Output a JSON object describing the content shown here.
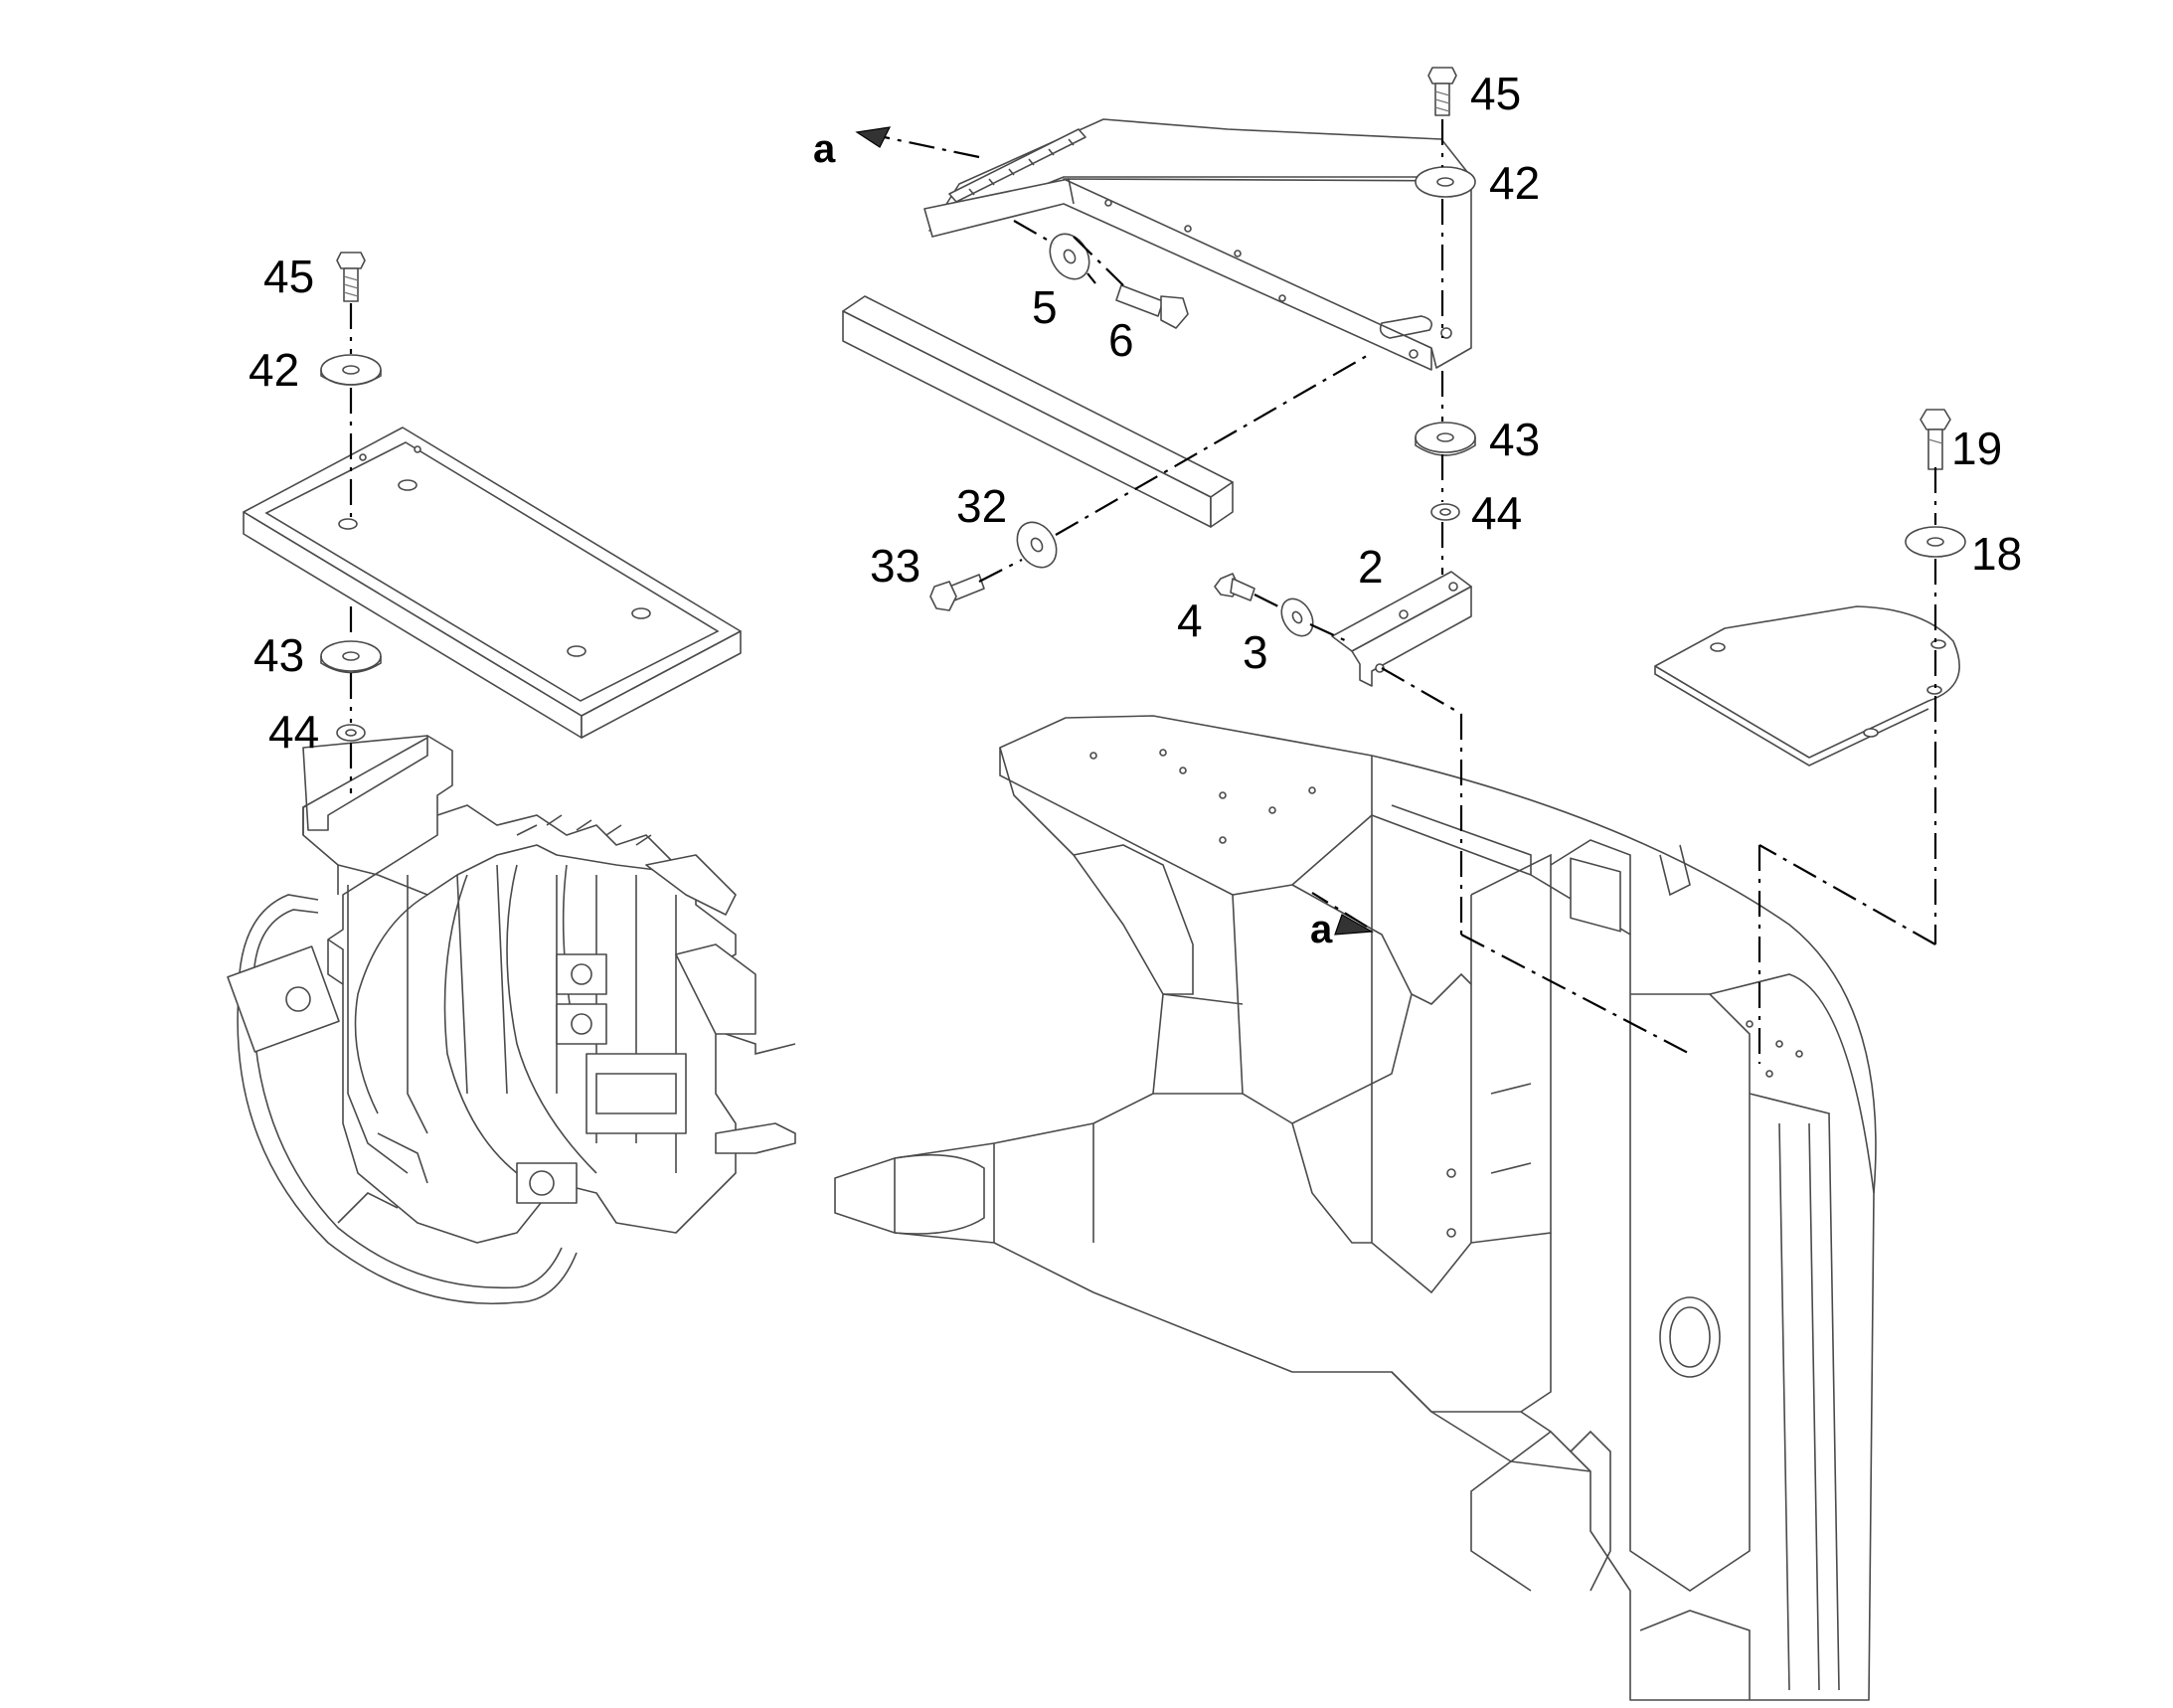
{
  "callouts": {
    "c45_top": "45",
    "c42_top": "42",
    "c5": "5",
    "c6": "6",
    "c45_left": "45",
    "c42_left": "42",
    "c43_top": "43",
    "c44_top": "44",
    "c19": "19",
    "c18": "18",
    "c32": "32",
    "c33": "33",
    "c2": "2",
    "c4": "4",
    "c3": "3",
    "c43_left": "43",
    "c44_left": "44"
  },
  "view_refs": {
    "ref_a_top": "a",
    "ref_a_frame": "a"
  }
}
